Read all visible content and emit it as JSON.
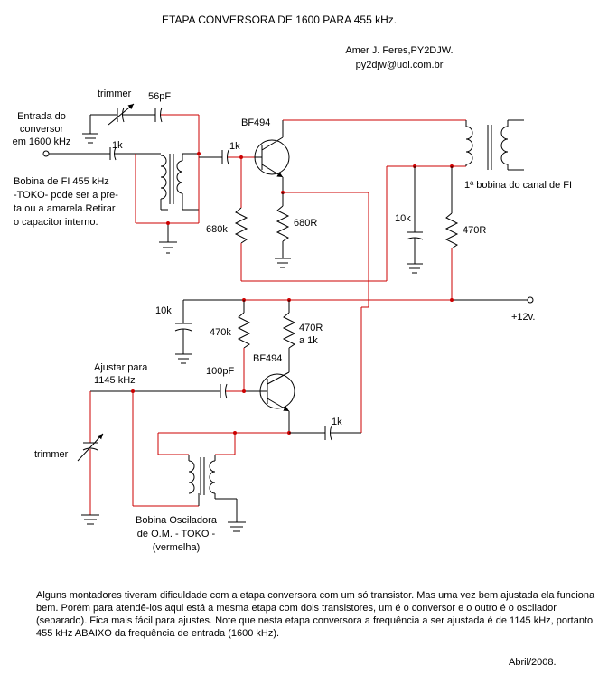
{
  "title": "ETAPA CONVERSORA DE 1600 PARA 455 kHz.",
  "author": {
    "name": "Amer J. Feres,PY2DJW.",
    "email": "py2djw@uol.com.br"
  },
  "labels": {
    "trimmer_top": "trimmer",
    "c56pf": "56pF",
    "entrada": [
      "Entrada do",
      "conversor",
      "em 1600 kHz"
    ],
    "c1k_in": "1k",
    "c1k_base": "1k",
    "bf494_top": "BF494",
    "bobina_fi": [
      "Bobina de FI 455 kHz",
      "-TOKO- pode ser a pre-",
      "ta ou a amarela.Retirar",
      "o capacitor interno."
    ],
    "r680k": "680k",
    "r680r": "680R",
    "fi_coil": "1ª  bobina do canal de FI",
    "c10k_top": "10k",
    "r470r_top": "470R",
    "supply": "+12v.",
    "c10k_bot": "10k",
    "r470k": "470k",
    "r470r_a1k": [
      "470R",
      "a 1k"
    ],
    "bf494_bot": "BF494",
    "ajustar": [
      "Ajustar para",
      "1145 kHz"
    ],
    "c100pf": "100pF",
    "trimmer_bot": "trimmer",
    "c1k_out": "1k",
    "bobina_osc": [
      "Bobina Osciladora",
      "de O.M. -  TOKO -",
      "(vermelha)"
    ]
  },
  "note": "Alguns montadores tiveram dificuldade com a etapa conversora com um só transistor. Mas uma vez bem ajustada ela funciona bem. Porém para atendê-los aqui está a mesma etapa com dois transistores, um é o conversor e o outro é o oscilador (separado). Fica mais fácil para ajustes. Note que nesta etapa conversora a frequência a ser ajustada é de 1145 kHz, portanto 455 kHz ABAIXO da frequência de entrada (1600 kHz).",
  "date": "Abril/2008.",
  "colors": {
    "wire_red": "#cc0000",
    "wire_black": "#000000"
  }
}
